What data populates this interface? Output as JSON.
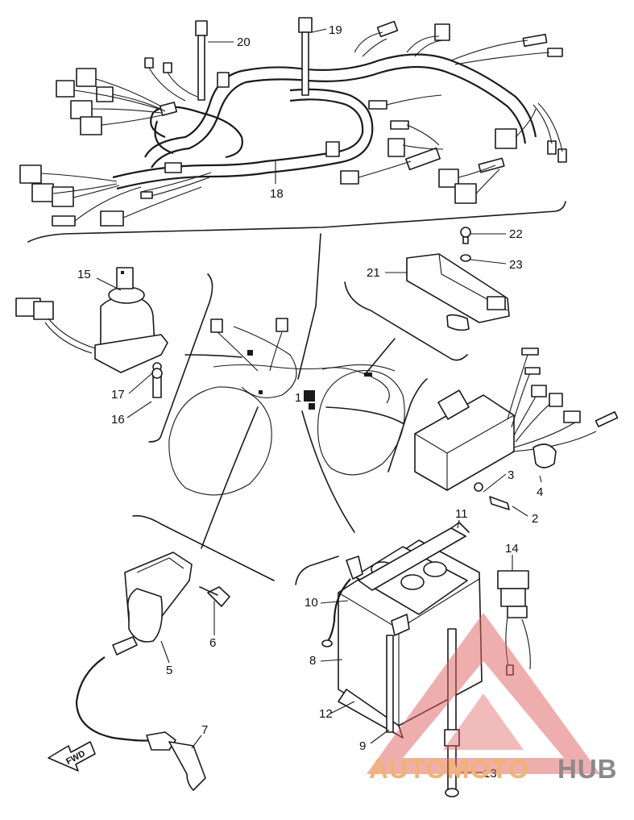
{
  "callouts": {
    "p1": "1",
    "p2": "2",
    "p3": "3",
    "p4": "4",
    "p5": "5",
    "p6": "6",
    "p7": "7",
    "p8": "8",
    "p9": "9",
    "p10": "10",
    "p11": "11",
    "p12": "12",
    "p13": "13",
    "p14": "14",
    "p15": "15",
    "p16": "16",
    "p17": "17",
    "p18": "18",
    "p19": "19",
    "p20": "20",
    "p21": "21",
    "p22": "22",
    "p23": "23"
  },
  "direction_arrow": "FWD",
  "watermark": {
    "brand_left": "AUTOMOTO",
    "brand_right": "HUB",
    "color_left": "#f0b470",
    "color_right": "#8a8a8a",
    "triangle_color": "#e06060"
  }
}
